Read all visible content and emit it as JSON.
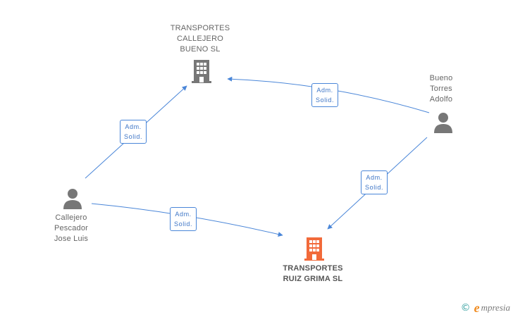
{
  "nodes": {
    "company_top": {
      "lines": [
        "TRANSPORTES",
        "CALLEJERO",
        "BUENO SL"
      ],
      "icon": "building-icon",
      "color": "#777777"
    },
    "company_main": {
      "lines": [
        "TRANSPORTES",
        "RUIZ GRIMA SL"
      ],
      "icon": "building-icon",
      "color": "#f26a3a"
    },
    "person_left": {
      "lines": [
        "Callejero",
        "Pescador",
        "Jose Luis"
      ],
      "icon": "person-icon",
      "color": "#777777"
    },
    "person_right": {
      "lines": [
        "Bueno",
        "Torres",
        "Adolfo"
      ],
      "icon": "person-icon",
      "color": "#777777"
    }
  },
  "edges": [
    {
      "from": "person_left",
      "to": "company_top",
      "label": [
        "Adm.",
        "Solid."
      ]
    },
    {
      "from": "person_right",
      "to": "company_top",
      "label": [
        "Adm.",
        "Solid."
      ]
    },
    {
      "from": "person_right",
      "to": "company_main",
      "label": [
        "Adm.",
        "Solid."
      ]
    },
    {
      "from": "person_left",
      "to": "company_main",
      "label": [
        "Adm.",
        "Solid."
      ]
    }
  ],
  "edge_color": "#4a86d8",
  "footer": {
    "copyright": "©",
    "brand_initial": "e",
    "brand_rest": "mpresia"
  }
}
